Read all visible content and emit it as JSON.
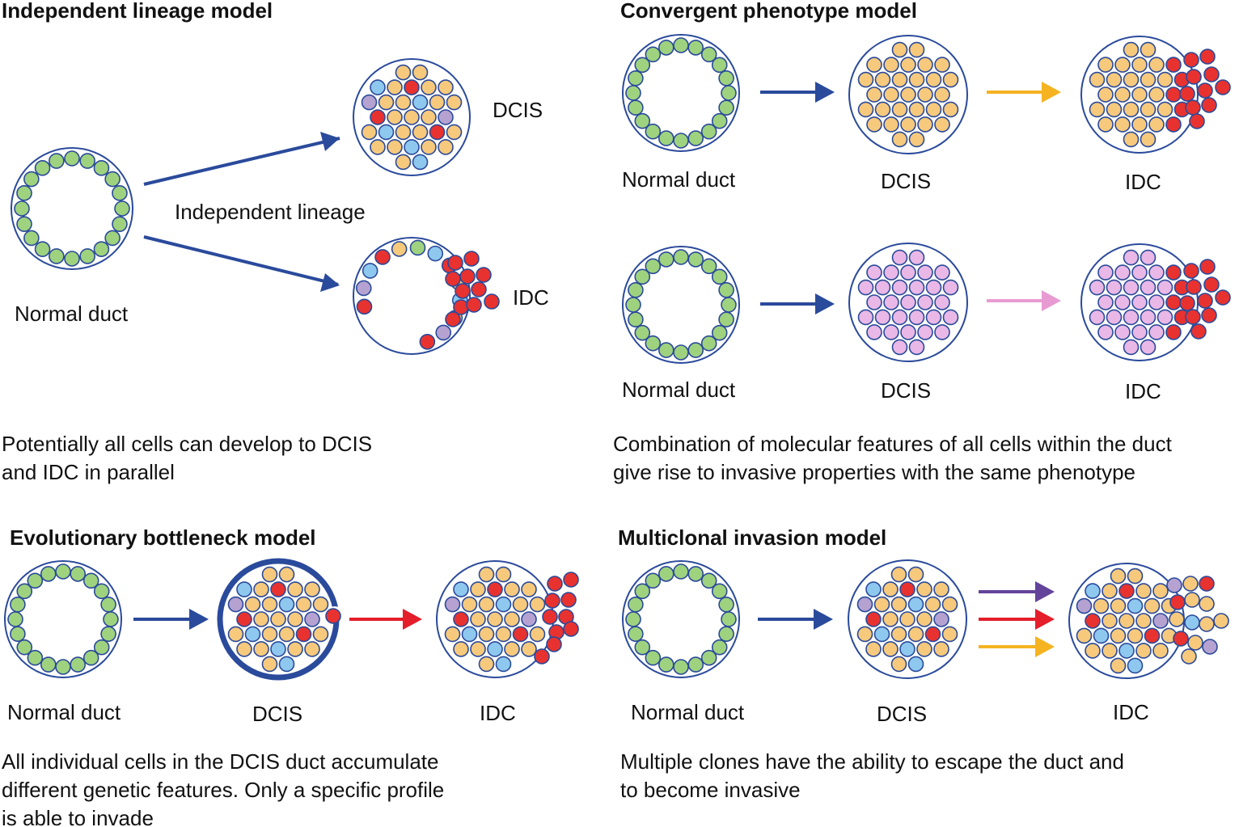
{
  "colors": {
    "duct_outline": "#2a4a9b",
    "green_cell": "#9fd27e",
    "orange_cell": "#f6c97c",
    "red_cell": "#e8322f",
    "blue_cell": "#8fc8ef",
    "purple_cell": "#b5a2d1",
    "pink_cell": "#e9b8e6",
    "arrow_blue": "#2a4a9b",
    "arrow_yellow": "#f5b321",
    "arrow_pink": "#e89bd2",
    "arrow_red": "#e51e2b",
    "arrow_purple": "#64449a"
  },
  "panels": {
    "independent": {
      "title": "Independent lineage model",
      "normal_label": "Normal duct",
      "arrow_label": "Independent lineage",
      "dcis_label": "DCIS",
      "idc_label": "IDC",
      "caption": [
        "Potentially all cells can develop to DCIS",
        "and IDC in parallel"
      ]
    },
    "convergent": {
      "title": "Convergent phenotype model",
      "row1": {
        "normal_label": "Normal duct",
        "dcis_label": "DCIS",
        "idc_label": "IDC"
      },
      "row2": {
        "normal_label": "Normal duct",
        "dcis_label": "DCIS",
        "idc_label": "IDC"
      },
      "caption": [
        "Combination of molecular features of all cells within the duct",
        "give rise to invasive properties with the same phenotype"
      ]
    },
    "bottleneck": {
      "title": "Evolutionary bottleneck model",
      "normal_label": "Normal duct",
      "dcis_label": "DCIS",
      "idc_label": "IDC",
      "caption": [
        "All individual cells in the DCIS duct accumulate",
        "different genetic features. Only a specific profile",
        "is able to invade"
      ]
    },
    "multiclonal": {
      "title": "Multiclonal invasion model",
      "normal_label": "Normal duct",
      "dcis_label": "DCIS",
      "idc_label": "IDC",
      "caption": [
        "Multiple clones have the ability to escape the duct and",
        "to become invasive"
      ]
    }
  }
}
